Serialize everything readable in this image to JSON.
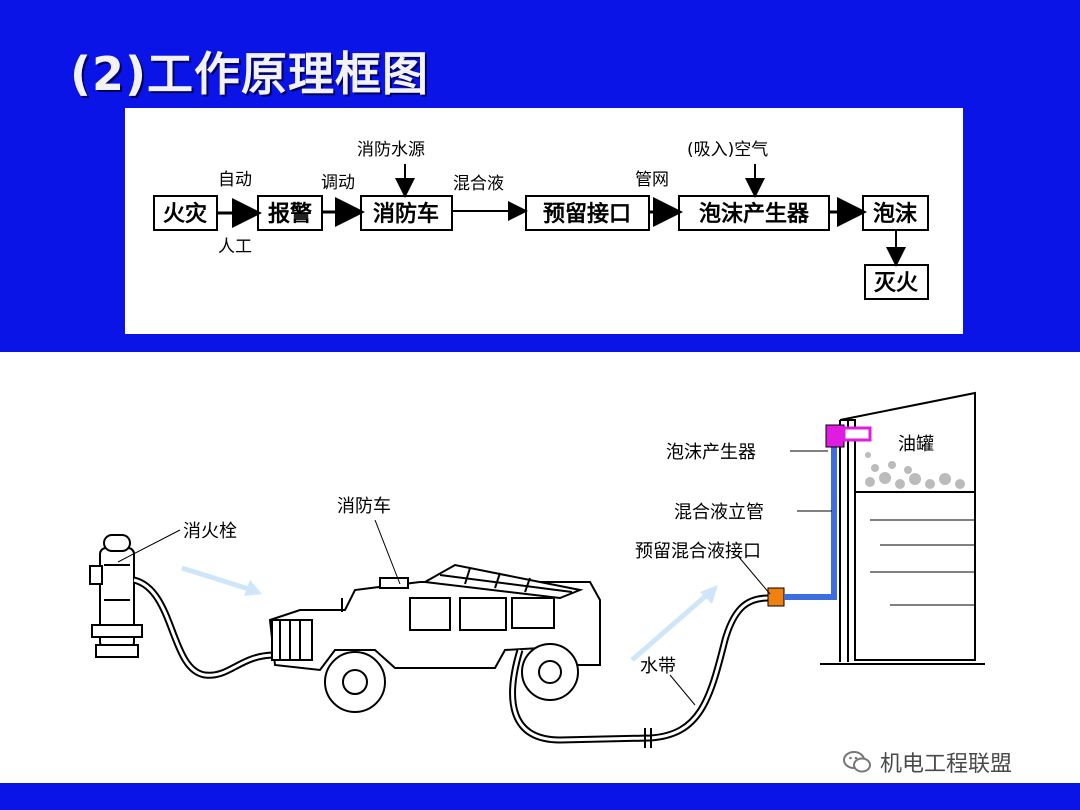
{
  "slide": {
    "title": "(2)工作原理框图"
  },
  "flowchart": {
    "nodes": {
      "fire": "火灾",
      "alarm": "报警",
      "fire_truck": "消防车",
      "reserved_port": "预留接口",
      "foam_generator": "泡沫产生器",
      "foam": "泡沫",
      "extinguish": "灭火"
    },
    "labels": {
      "auto": "自动",
      "manual": "人工",
      "dispatch": "调动",
      "water_source": "消防水源",
      "mixed_liquid": "混合液",
      "pipe_network": "管网",
      "air_intake": "(吸入)空气"
    }
  },
  "scene": {
    "labels": {
      "hydrant": "消火栓",
      "fire_truck": "消防车",
      "foam_generator": "泡沫产生器",
      "oil_tank": "油罐",
      "riser": "混合液立管",
      "reserved_port": "预留混合液接口",
      "hose": "水带"
    },
    "colors": {
      "foam_generator": "#e01ce0",
      "riser_pipe": "#3c6ee0",
      "port_fitting": "#f08010",
      "flow_arrows": "#cfe6fa"
    }
  },
  "watermark": {
    "text": "机电工程联盟",
    "icon": "wechat-icon"
  },
  "theme": {
    "band_color": "#0a14e6",
    "title_color": "#f2f2f2"
  }
}
